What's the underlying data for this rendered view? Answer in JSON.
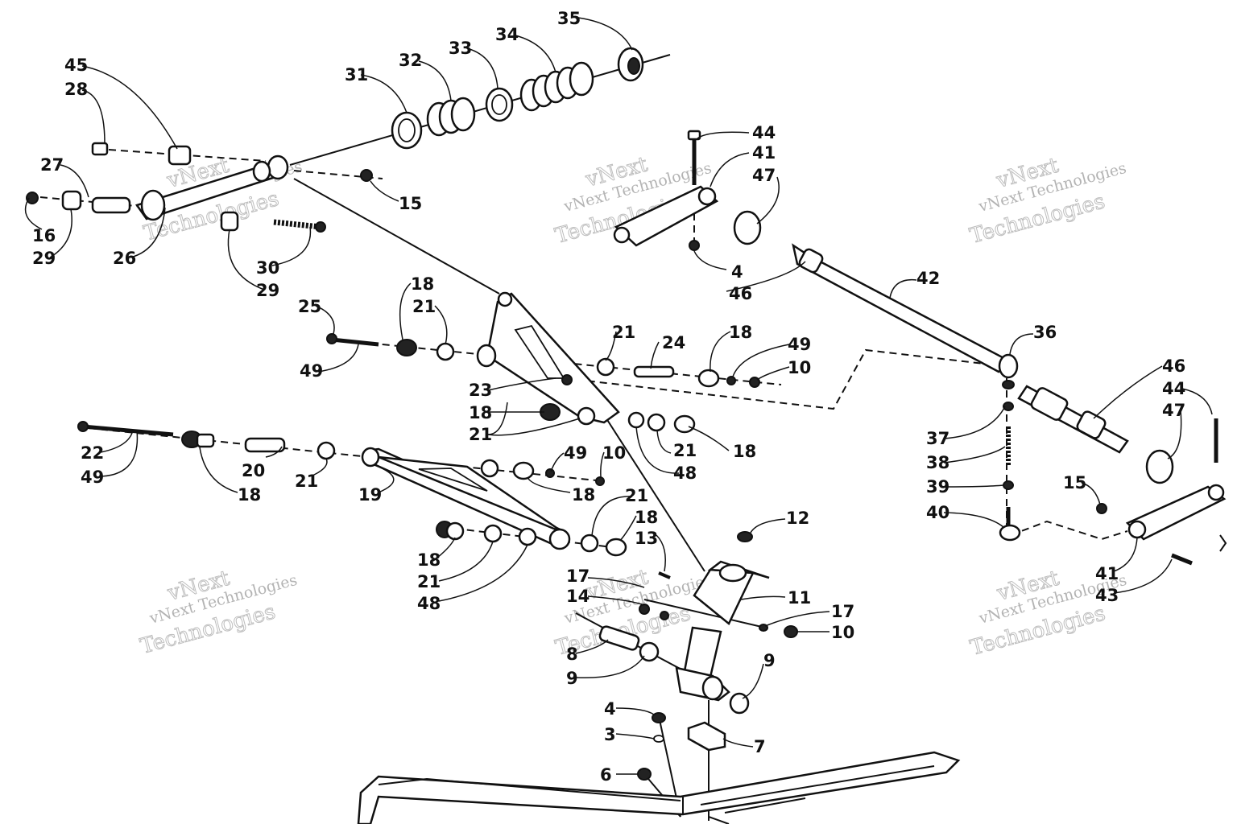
{
  "watermark": {
    "brand": "vNext",
    "line": "vNext Technologies",
    "word": "Technologies"
  },
  "callouts": [
    "45",
    "28",
    "27",
    "16",
    "29",
    "26",
    "30",
    "29",
    "31",
    "32",
    "33",
    "34",
    "35",
    "15",
    "44",
    "41",
    "47",
    "4",
    "46",
    "42",
    "36",
    "46",
    "44",
    "47",
    "37",
    "38",
    "39",
    "40",
    "15",
    "41",
    "43",
    "25",
    "18",
    "21",
    "49",
    "23",
    "18",
    "21",
    "21",
    "24",
    "18",
    "49",
    "10",
    "21",
    "48",
    "18",
    "22",
    "49",
    "18",
    "20",
    "21",
    "19",
    "49",
    "10",
    "18",
    "21",
    "18",
    "18",
    "21",
    "48",
    "13",
    "12",
    "17",
    "14",
    "11",
    "17",
    "10",
    "8",
    "9",
    "9",
    "4",
    "3",
    "6",
    "7"
  ]
}
